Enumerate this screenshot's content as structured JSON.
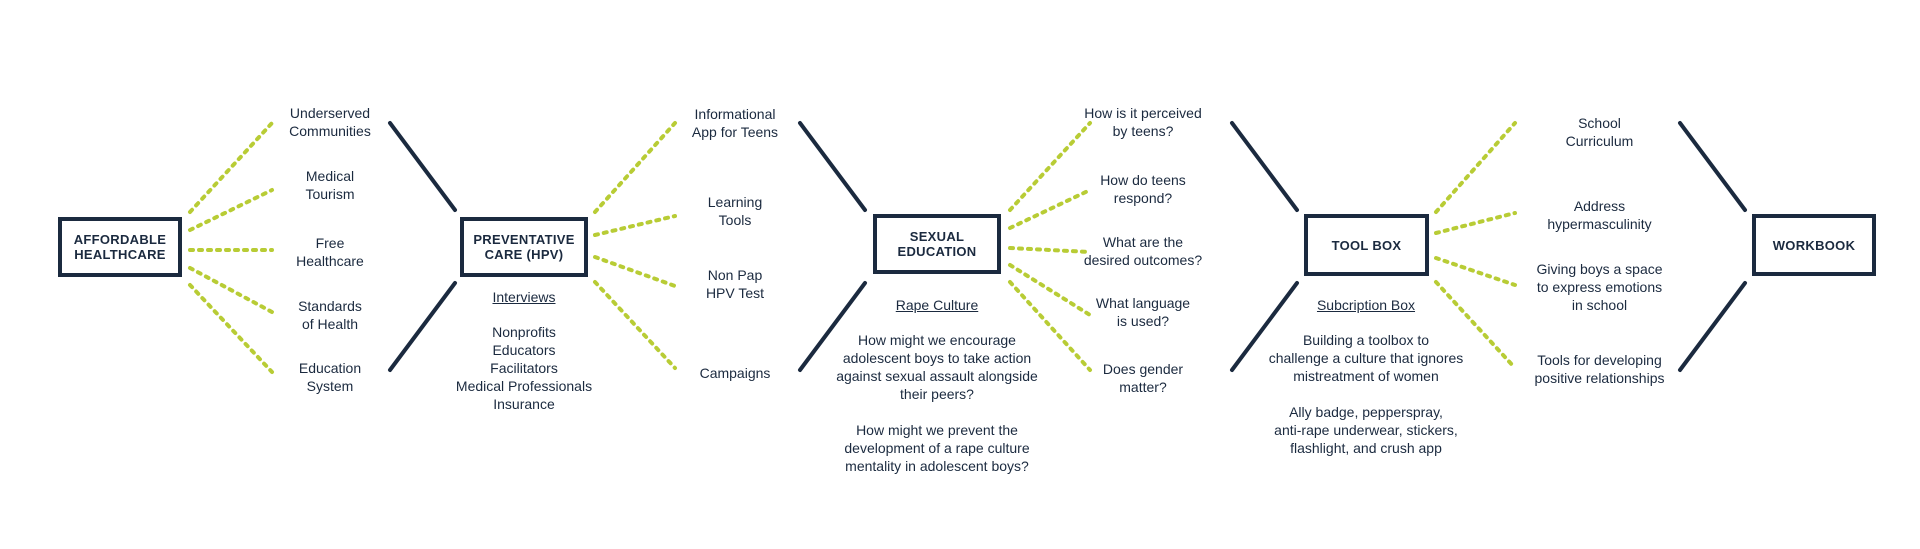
{
  "colors": {
    "navy": "#1b2a3f",
    "green": "#b8cc35"
  },
  "boxes": {
    "affordable": "AFFORDABLE\nHEALTHCARE",
    "preventative": "PREVENTATIVE\nCARE (HPV)",
    "sexual": "SEXUAL\nEDUCATION",
    "toolbox": "TOOL BOX",
    "workbook": "WORKBOOK"
  },
  "group1": {
    "underserved": "Underserved\nCommunities",
    "medical_tourism": "Medical\nTourism",
    "free_healthcare": "Free\nHealthcare",
    "standards": "Standards\nof Health",
    "education_system": "Education\nSystem"
  },
  "group2": {
    "app": "Informational\nApp for Teens",
    "learning": "Learning\nTools",
    "non_pap": "Non Pap\nHPV Test",
    "campaigns": "Campaigns",
    "interviews_heading": "Interviews",
    "interviews_list": "Nonprofits\nEducators\nFacilitators\nMedical Professionals\nInsurance"
  },
  "group3": {
    "perceived": "How is it perceived\nby teens?",
    "respond": "How do teens\nrespond?",
    "outcomes": "What are the\ndesired outcomes?",
    "language": "What language\nis used?",
    "gender": "Does gender\nmatter?",
    "rape_culture_heading": "Rape Culture",
    "hmw_1": "How might we encourage\nadolescent boys to take action\nagainst sexual assault alongside\ntheir peers?",
    "hmw_2": "How might we prevent the\ndevelopment of a rape culture\nmentality in adolescent boys?"
  },
  "group4": {
    "curriculum": "School\nCurriculum",
    "hypermasculinity": "Address\nhypermasculinity",
    "space": "Giving boys a space\nto express emotions\nin school",
    "tools": "Tools for developing\npositive relationships",
    "subscription_heading": "Subcription Box",
    "subscription_desc": "Building a toolbox to\nchallenge a culture that ignores\nmistreatment of women",
    "subscription_items": "Ally badge, pepperspray,\nanti-rape underwear, stickers,\nflashlight, and crush app"
  }
}
